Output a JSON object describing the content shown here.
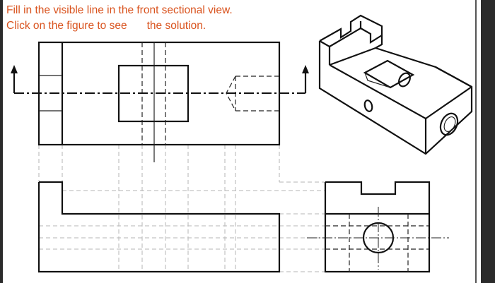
{
  "instructions": {
    "line1": "Fill in the visible line in the front sectional view.",
    "line2a": "Click on the figure to see",
    "line2b": "the solution."
  },
  "colors": {
    "instruction_text": "#d9531e",
    "line": "#111111",
    "projection_line": "#b5b5b5",
    "frame": "#2b2b2b"
  }
}
